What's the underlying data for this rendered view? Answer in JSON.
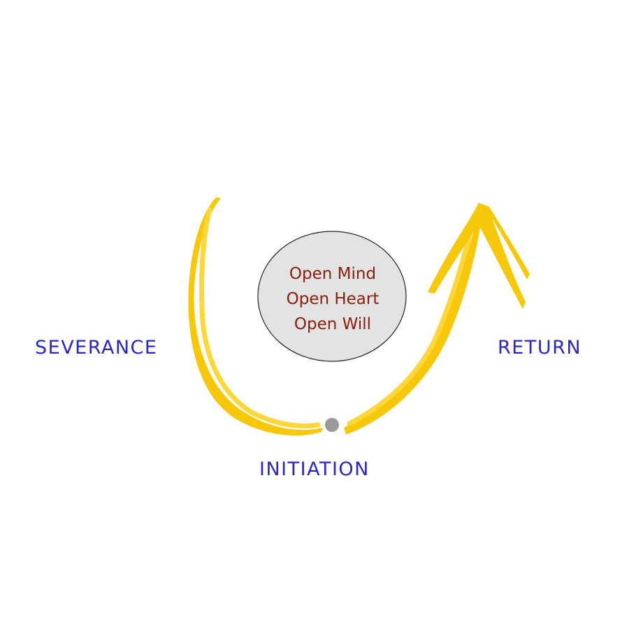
{
  "colors": {
    "background": "#ffffff",
    "arrow": "#f7c709",
    "arrow_light": "#fbd73a",
    "stage_label": "#2a27c4",
    "center_fill": "#e3e3e3",
    "center_stroke": "#222222",
    "center_text": "#8a1e0c",
    "dot": "#9a9a9a"
  },
  "stages": {
    "severance": "SEVERANCE",
    "initiation": "INITIATION",
    "return": "RETURN"
  },
  "center": {
    "lines": [
      "Open Mind",
      "Open Heart",
      "Open Will"
    ]
  }
}
